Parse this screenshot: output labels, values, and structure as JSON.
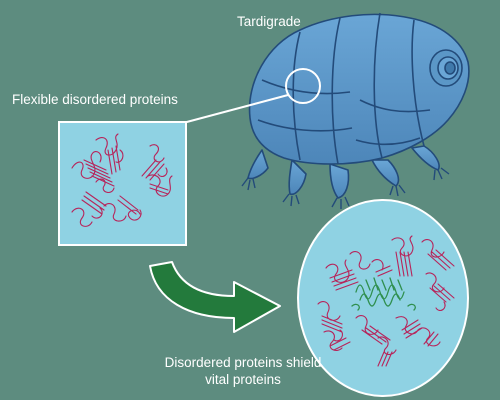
{
  "labels": {
    "title": "Tardigrade",
    "flexible": "Flexible disordered proteins",
    "shield_line1": "Disordered proteins shield",
    "shield_line2": "vital proteins"
  },
  "colors": {
    "background": "#5d8c7f",
    "panel_fill": "#8fd2e3",
    "panel_stroke": "#ffffff",
    "tardigrade_fill": "#5b97c7",
    "tardigrade_outline": "#234b7a",
    "disordered_protein": "#b7245a",
    "vital_protein": "#2f8f4e",
    "arrow": "#237a3c"
  },
  "icons": {
    "animal": "tardigrade-illustration",
    "arrow": "curved-arrow-icon"
  }
}
